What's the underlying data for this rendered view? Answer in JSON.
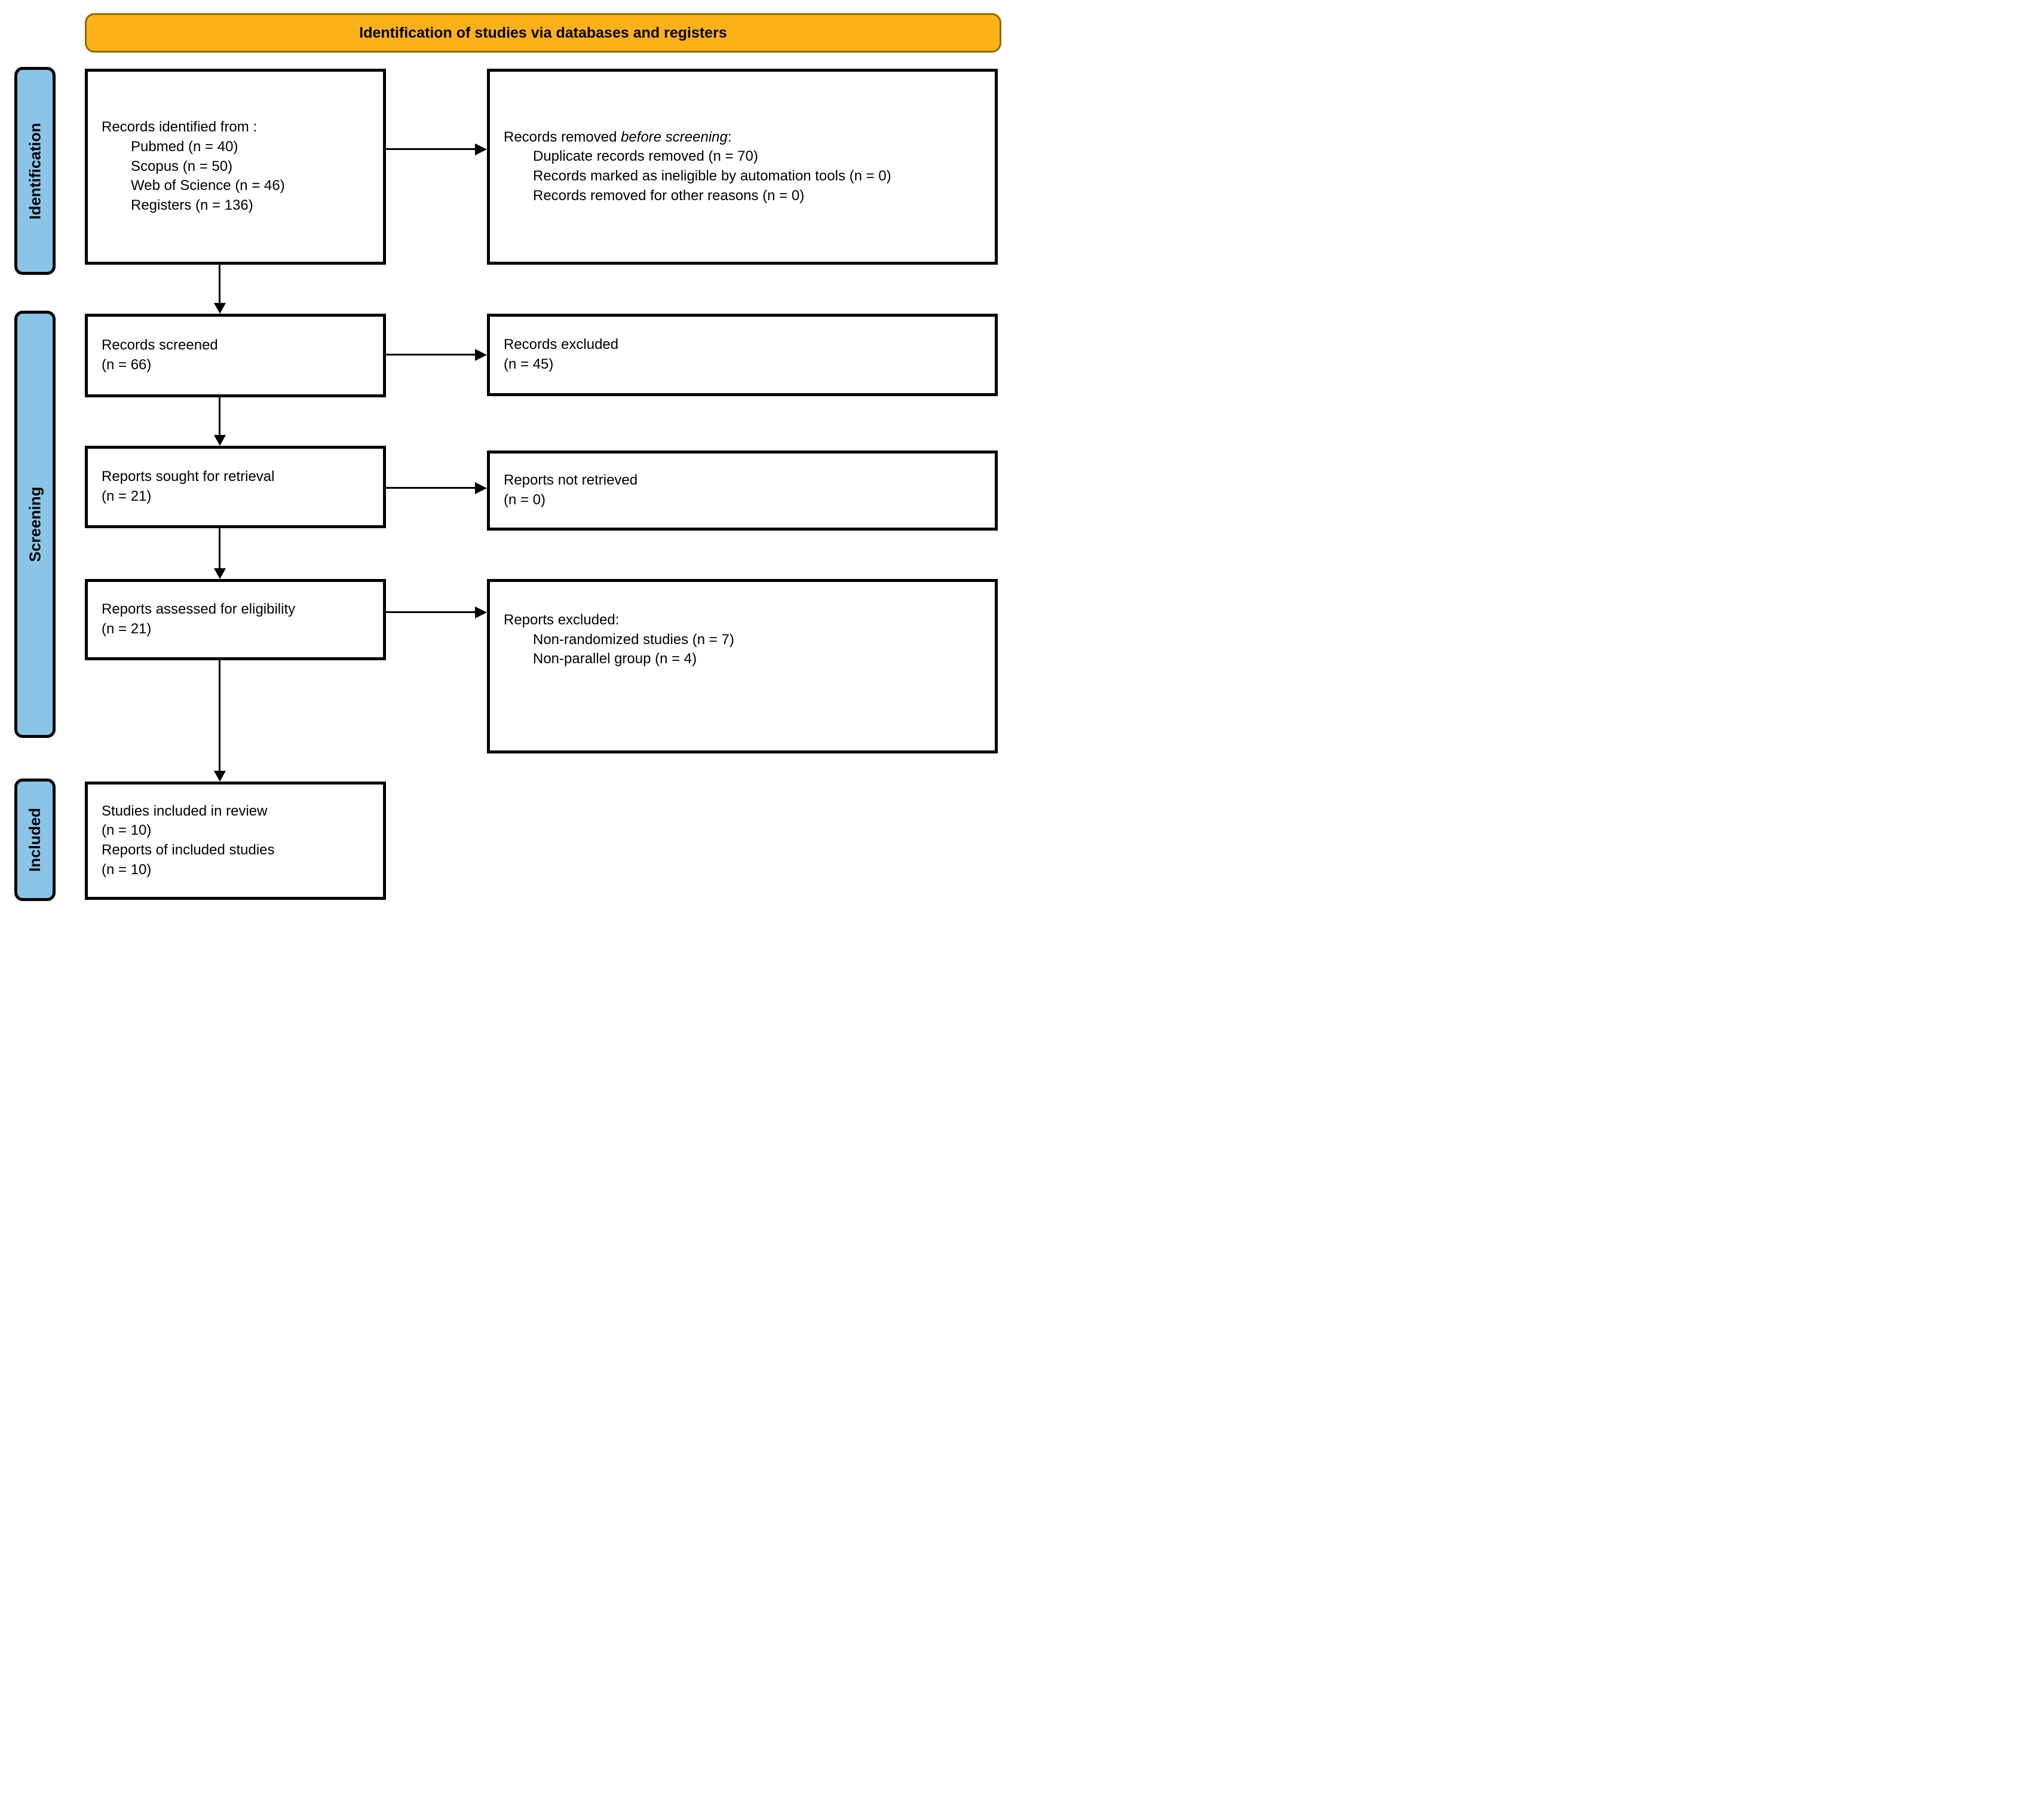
{
  "banner": {
    "title": "Identification of studies via databases and registers"
  },
  "stages": {
    "identification": "Identification",
    "screening": "Screening",
    "included": "Included"
  },
  "boxes": {
    "identified": {
      "title": "Records identified from :",
      "items": [
        "Pubmed (n = 40)",
        "Scopus (n = 50)",
        "Web of Science (n = 46)",
        "Registers (n = 136)"
      ]
    },
    "removed": {
      "title_prefix": "Records removed ",
      "title_italic": "before screening",
      "title_suffix": ":",
      "items": [
        "Duplicate records removed (n = 70)",
        "Records marked as ineligible by automation tools (n = 0)",
        "Records removed for other reasons (n = 0)"
      ]
    },
    "screened": {
      "line1": "Records screened",
      "line2": "(n = 66)"
    },
    "records_excluded": {
      "line1": "Records excluded",
      "line2": "(n = 45)"
    },
    "sought": {
      "line1": "Reports sought for retrieval",
      "line2": "(n = 21)"
    },
    "not_retrieved": {
      "line1": "Reports not retrieved",
      "line2": "(n = 0)"
    },
    "assessed": {
      "line1": "Reports assessed for eligibility",
      "line2": "(n = 21)"
    },
    "reports_excluded": {
      "title": "Reports excluded:",
      "items": [
        "Non-randomized studies (n = 7)",
        "Non-parallel group (n = 4)"
      ]
    },
    "included_studies": {
      "line1": "Studies included in review",
      "line2": "(n = 10)",
      "line3": "Reports of included studies",
      "line4": "(n = 10)"
    }
  },
  "colors": {
    "banner_fill": "#FBB117",
    "banner_border": "#8A6D00",
    "stage_fill": "#8AC5E8",
    "box_border": "#000000",
    "text": "#000000"
  }
}
